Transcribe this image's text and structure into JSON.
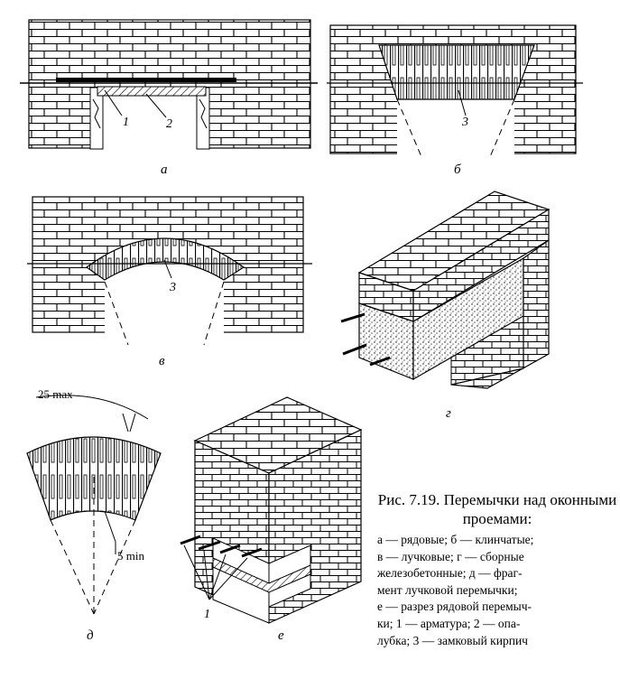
{
  "figure": {
    "caption_title": "Рис. 7.19. Перемычки над оконными проемами:",
    "caption_lines": [
      "а — рядовые; б — клинчатые;",
      "в — лучковые; г — сборные",
      "железобетонные; д — фраг-",
      "мент лучковой перемычки;",
      "е — разрез рядовой перемыч-",
      "ки; 1 — арматура; 2 — опа-",
      "лубка; 3 — замковый кирпич"
    ]
  },
  "panels": {
    "a": {
      "letter": "а",
      "callouts": [
        "1",
        "2"
      ]
    },
    "b": {
      "letter": "б",
      "callout": "3"
    },
    "v": {
      "letter": "в",
      "callout": "3"
    },
    "g": {
      "letter": "г"
    },
    "d": {
      "letter": "д",
      "dim_top": "25 max",
      "dim_bottom": "5 min"
    },
    "e": {
      "letter": "е",
      "callout": "1"
    }
  },
  "colors": {
    "ink": "#000000",
    "paper": "#ffffff"
  }
}
